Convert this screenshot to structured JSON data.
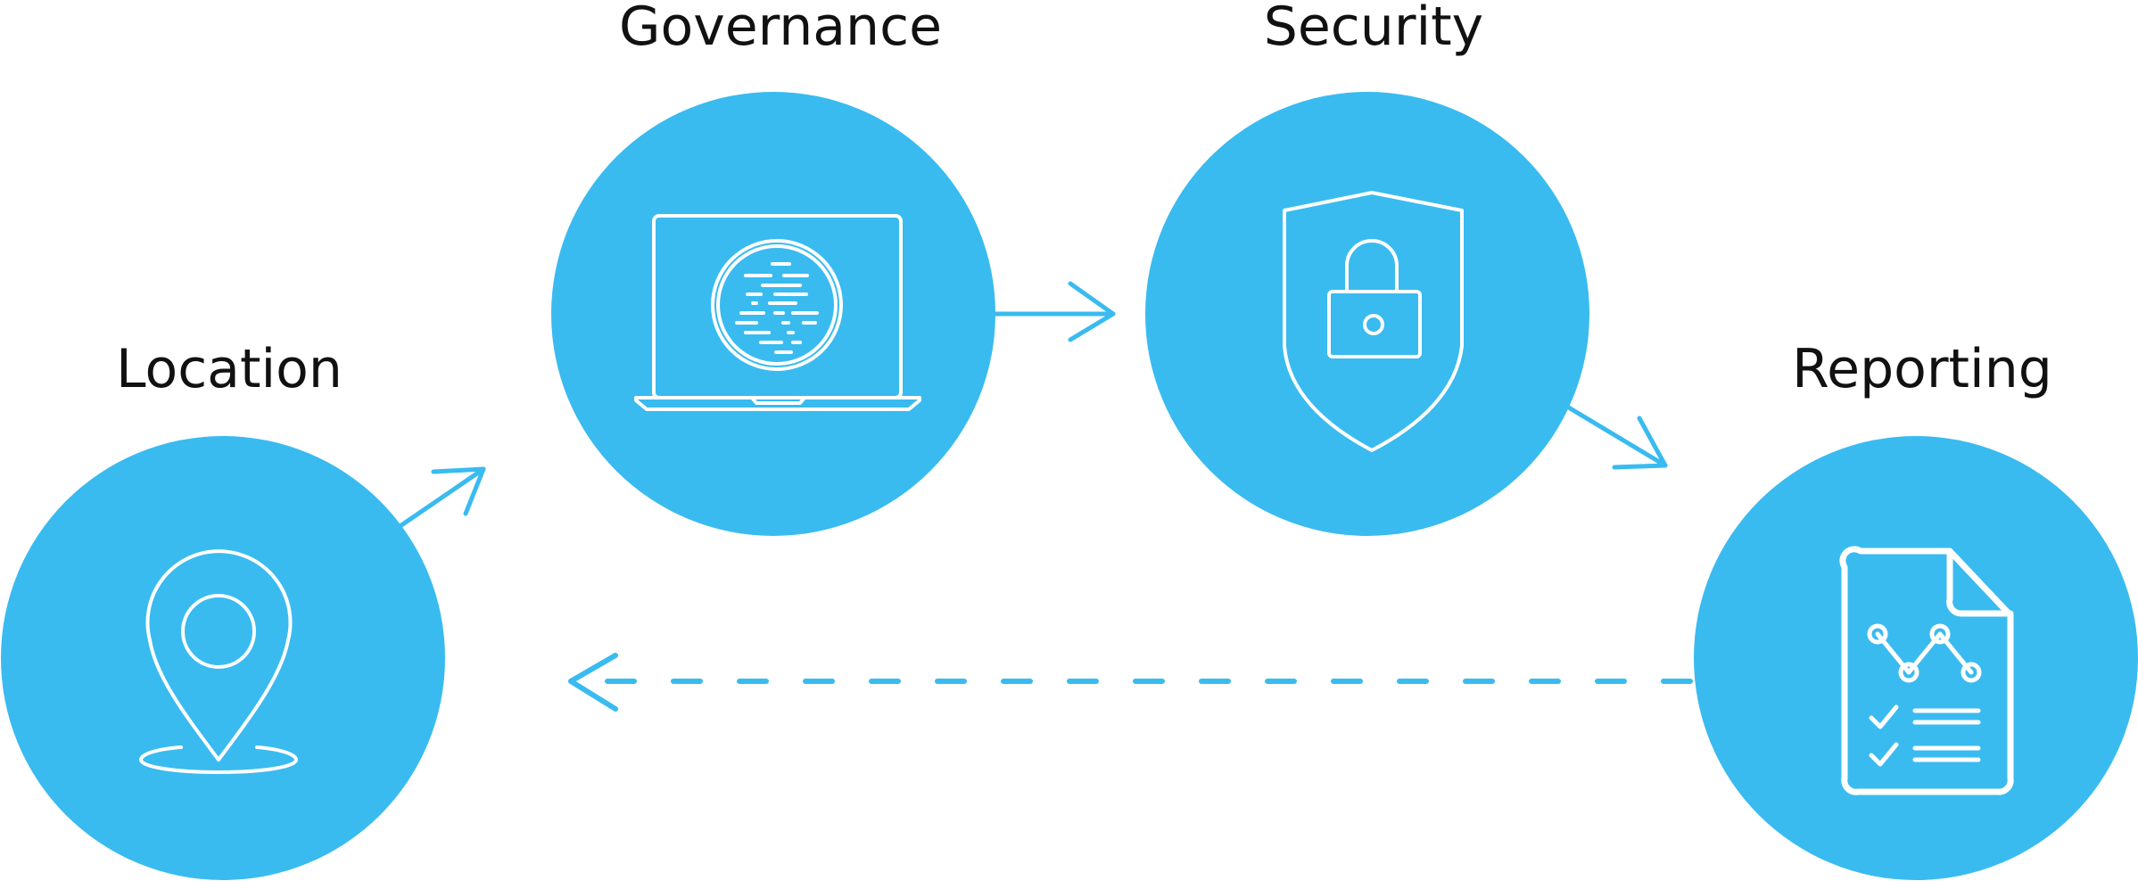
{
  "colors": {
    "accent": "#39BBF0",
    "icon_stroke": "#FFFFFF",
    "text": "#111111",
    "background": "#FFFFFF"
  },
  "nodes": [
    {
      "id": "location",
      "label": "Location",
      "icon": "map-pin-icon"
    },
    {
      "id": "governance",
      "label": "Governance",
      "icon": "laptop-fingerprint-icon"
    },
    {
      "id": "security",
      "label": "Security",
      "icon": "shield-lock-icon"
    },
    {
      "id": "reporting",
      "label": "Reporting",
      "icon": "report-document-icon"
    }
  ],
  "edges": [
    {
      "from": "location",
      "to": "governance",
      "style": "solid"
    },
    {
      "from": "governance",
      "to": "security",
      "style": "solid"
    },
    {
      "from": "security",
      "to": "reporting",
      "style": "solid"
    },
    {
      "from": "reporting",
      "to": "location",
      "style": "dashed"
    }
  ]
}
